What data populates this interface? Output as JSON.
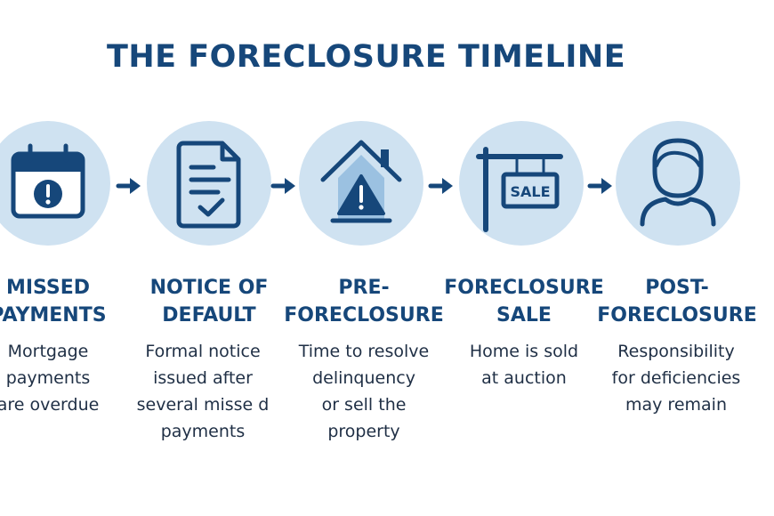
{
  "title": "THE FORECLOSURE TIMELINE",
  "colors": {
    "dark_blue": "#16477a",
    "light_blue": "#cfe2f1",
    "text": "#1f2f45"
  },
  "steps": [
    {
      "icon": "calendar-alert-icon",
      "title": "MISSED\nPAYMENTS",
      "description": "Mortgage\npayments\nare overdue"
    },
    {
      "icon": "document-check-icon",
      "title": "NOTICE OF\nDEFAULT",
      "description": "Formal notice\nissued after\nseveral misse d\npayments"
    },
    {
      "icon": "house-warning-icon",
      "title": "PRE-\nFORECLOSURE",
      "description": "Time to resolve\ndelinquency\nor sell the\nproperty"
    },
    {
      "icon": "sale-sign-icon",
      "title": "FORECLOSURE\nSALE",
      "description": "Home is sold\nat auction",
      "sign_text": "SALE"
    },
    {
      "icon": "person-icon",
      "title": "POST-\nFORECLOSURE",
      "description": "Responsibility\nfor deficiencies\nmay remain"
    }
  ]
}
